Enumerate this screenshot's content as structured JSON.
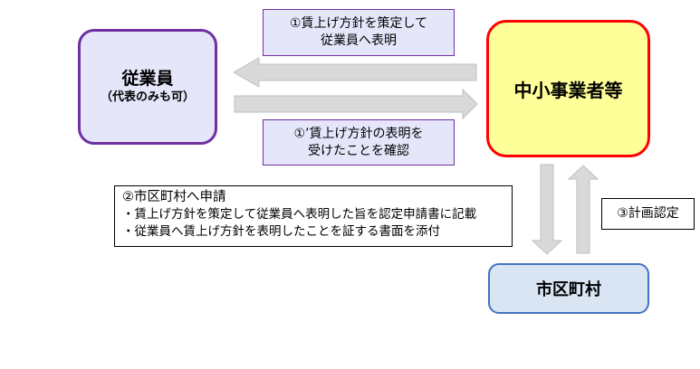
{
  "nodes": {
    "employee": {
      "title": "従業員",
      "subtitle": "（代表のみも可）",
      "fill": "#e6e6fb",
      "border": "#7030a0"
    },
    "sme": {
      "title": "中小事業者等",
      "fill": "#ffff99",
      "border": "#ff0000"
    },
    "municipality": {
      "title": "市区町村",
      "fill": "#dae5f4",
      "border": "#4472c4"
    }
  },
  "labels": {
    "step1": {
      "line1": "①賃上げ方針を策定して",
      "line2": "従業員へ表明"
    },
    "step1b": {
      "line1": "①’賃上げ方針の表明を",
      "line2": "受けたことを確認"
    },
    "step2": {
      "title": "②市区町村へ申請",
      "bullets": [
        "・賃上げ方針を策定して従業員へ表明した旨を認定申請書に記載",
        "・従業員へ賃上げ方針を表明したことを証する書面を添付"
      ]
    },
    "step3": {
      "text": "③計画認定"
    }
  },
  "edges": [
    {
      "from": "sme",
      "to": "employee",
      "label": "step1"
    },
    {
      "from": "employee",
      "to": "sme",
      "label": "step1b"
    },
    {
      "from": "sme",
      "to": "municipality",
      "label": "step2"
    },
    {
      "from": "municipality",
      "to": "sme",
      "label": "step3"
    }
  ]
}
